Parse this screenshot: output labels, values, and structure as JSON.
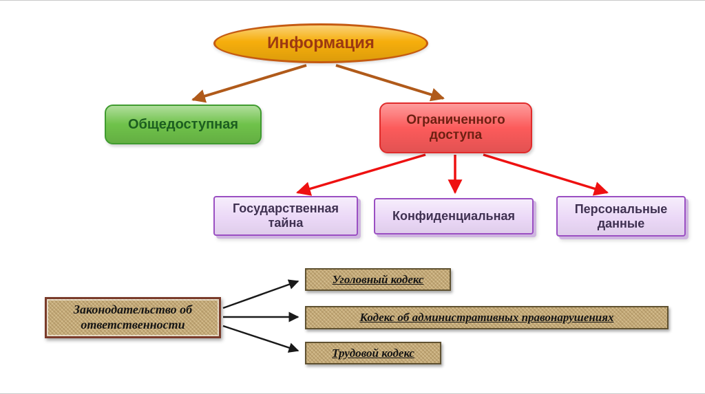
{
  "diagram": {
    "root": {
      "label": "Информация"
    },
    "level1": [
      {
        "label": "Общедоступная"
      },
      {
        "label": "Ограниченного доступа"
      }
    ],
    "level2": [
      {
        "label": "Государственная тайна"
      },
      {
        "label": "Конфиденциальная"
      },
      {
        "label": "Персональные данные"
      }
    ],
    "legislation": {
      "label": "Законодательство об ответственности"
    },
    "codes": [
      {
        "label": "Уголовный кодекс"
      },
      {
        "label": "Кодекс об административных правонарушениях"
      },
      {
        "label": "Трудовой кодекс"
      }
    ]
  },
  "colors": {
    "root-fill": "#F6AE0C",
    "root-border": "#C55A11",
    "root-text": "#9C3912",
    "arrow-brown": "#B05A1A",
    "arrow-red": "#EE1111",
    "arrow-black": "#1A1A1A",
    "public-fill": "#6FC24A",
    "public-border": "#3F9B2F",
    "public-text": "#1C5E20",
    "restricted-fill": "#FC5B5B",
    "restricted-border": "#E02B2B",
    "restricted-text": "#6E2012",
    "purple-fill": "#EBD8F7",
    "purple-border": "#9A4FC2",
    "purple-text": "#3F3151",
    "tan-fill": "#C9AF7E",
    "tan-border": "#5F5130",
    "code-text": "#141414"
  }
}
